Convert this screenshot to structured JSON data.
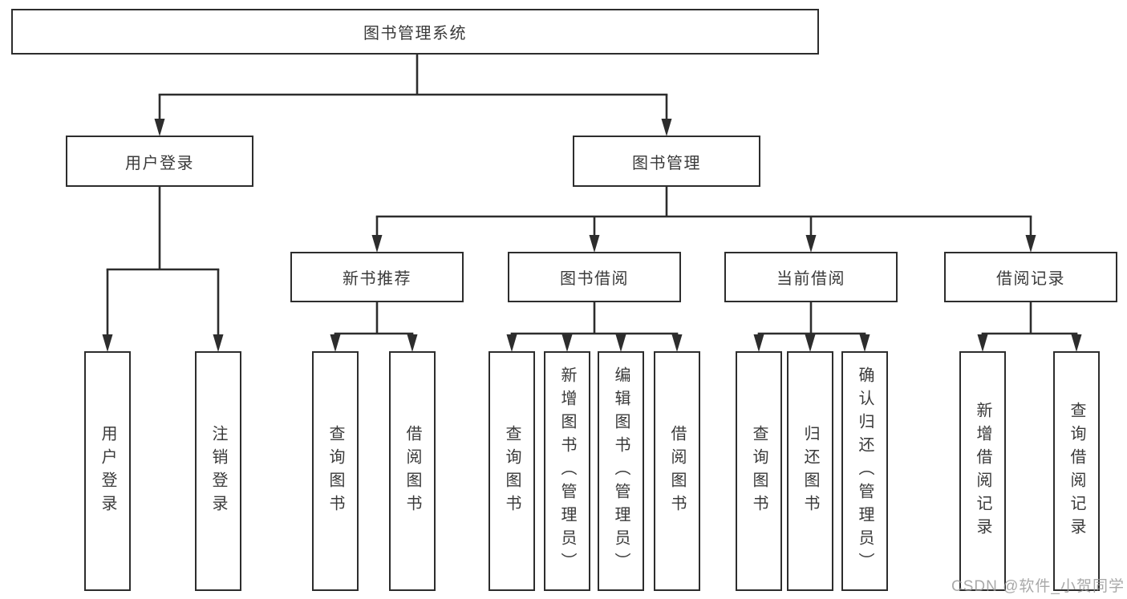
{
  "diagram": {
    "type": "hierarchy-tree",
    "title": "图书管理系统",
    "hierarchy": [
      {
        "parent": "图书管理系统",
        "children": [
          "用户登录",
          "图书管理"
        ]
      },
      {
        "parent": "用户登录",
        "children": [
          "用户登录",
          "注销登录"
        ]
      },
      {
        "parent": "图书管理",
        "children": [
          "新书推荐",
          "图书借阅",
          "当前借阅",
          "借阅记录"
        ]
      },
      {
        "parent": "新书推荐",
        "children": [
          "查询图书",
          "借阅图书"
        ]
      },
      {
        "parent": "图书借阅",
        "children": [
          "查询图书",
          "新增图书（管理员）",
          "编辑图书（管理员）",
          "借阅图书"
        ]
      },
      {
        "parent": "当前借阅",
        "children": [
          "查询图书",
          "归还图书",
          "确认归还（管理员）"
        ]
      },
      {
        "parent": "借阅记录",
        "children": [
          "新增借阅记录",
          "查询借阅记录"
        ]
      }
    ]
  },
  "nodes": {
    "root": {
      "label": "图书管理系统"
    },
    "user_login": {
      "label": "用户登录"
    },
    "book_mgmt": {
      "label": "图书管理"
    },
    "new_book_rec": {
      "label": "新书推荐"
    },
    "book_borrow": {
      "label": "图书借阅"
    },
    "current_borrow": {
      "label": "当前借阅"
    },
    "borrow_records": {
      "label": "借阅记录"
    },
    "leaf_user_login": {
      "label": "用户登录"
    },
    "leaf_logout": {
      "label": "注销登录"
    },
    "leaf_query_books_1": {
      "label": "查询图书"
    },
    "leaf_borrow_books_1": {
      "label": "借阅图书"
    },
    "leaf_query_books_2": {
      "label": "查询图书"
    },
    "leaf_add_book_admin": {
      "label": "新增图书（管理员）"
    },
    "leaf_edit_book_admin": {
      "label": "编辑图书（管理员）"
    },
    "leaf_borrow_books_2": {
      "label": "借阅图书"
    },
    "leaf_query_books_3": {
      "label": "查询图书"
    },
    "leaf_return_books": {
      "label": "归还图书"
    },
    "leaf_confirm_return_admin": {
      "label": "确认归还（管理员）"
    },
    "leaf_add_borrow_record": {
      "label": "新增借阅记录"
    },
    "leaf_query_borrow_record": {
      "label": "查询借阅记录"
    }
  },
  "watermark": "CSDN @软件_小贺同学",
  "colors": {
    "line": "#2d2d2d",
    "box_border": "#2d2d2d",
    "text": "#3a3a3a",
    "watermark": "#969696",
    "background": "#ffffff"
  }
}
